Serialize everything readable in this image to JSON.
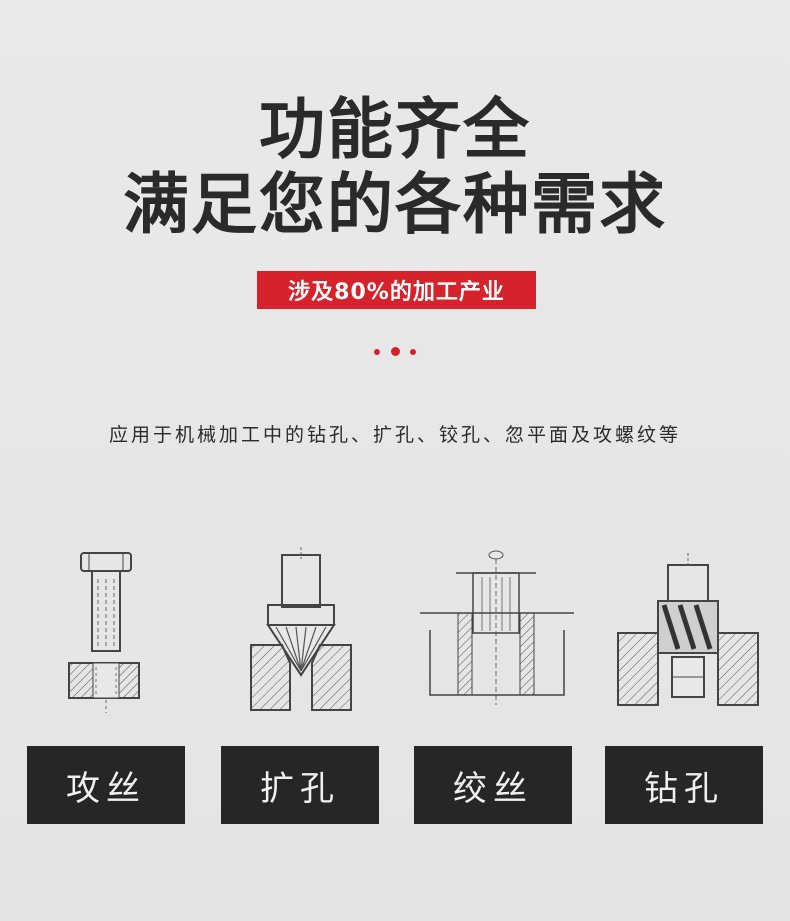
{
  "headline": {
    "line1": "功能齐全",
    "line2": "满足您的各种需求"
  },
  "badge": "涉及80%的加工产业",
  "description": "应用于机械加工中的钻孔、扩孔、铰孔、忽平面及攻螺纹等",
  "processes": [
    {
      "label": "攻丝",
      "icon": "tap-diagram-icon"
    },
    {
      "label": "扩孔",
      "icon": "countersink-diagram-icon"
    },
    {
      "label": "绞丝",
      "icon": "ream-diagram-icon"
    },
    {
      "label": "钻孔",
      "icon": "drill-diagram-icon"
    }
  ],
  "colors": {
    "accent": "#d6222a",
    "label_bg": "#262626",
    "background": "#e8e8e8"
  }
}
